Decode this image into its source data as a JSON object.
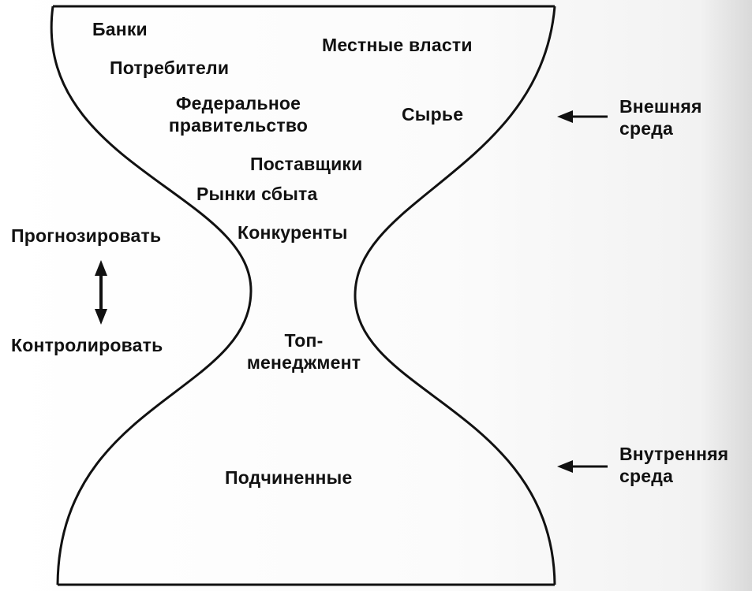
{
  "external_factors": {
    "banks": "Банки",
    "local_authorities": "Местные власти",
    "consumers": "Потребители",
    "federal_gov_line1": "Федеральное",
    "federal_gov_line2": "правительство",
    "raw_materials": "Сырье",
    "suppliers": "Поставщики",
    "markets": "Рынки сбыта",
    "competitors": "Конкуренты"
  },
  "internal_factors": {
    "top_management_line1": "Топ-",
    "top_management_line2": "менеджмент",
    "subordinates": "Подчиненные"
  },
  "side": {
    "forecast": "Прогнозировать",
    "control": "Контролировать"
  },
  "environments": {
    "external_line1": "Внешняя",
    "external_line2": "среда",
    "internal_line1": "Внутренняя",
    "internal_line2": "среда"
  },
  "colors": {
    "ink": "#111111",
    "paper": "#ffffff"
  },
  "icons": {
    "double_arrow": "vertical-double-arrow-icon",
    "pointer_arrow": "left-arrow-icon"
  }
}
